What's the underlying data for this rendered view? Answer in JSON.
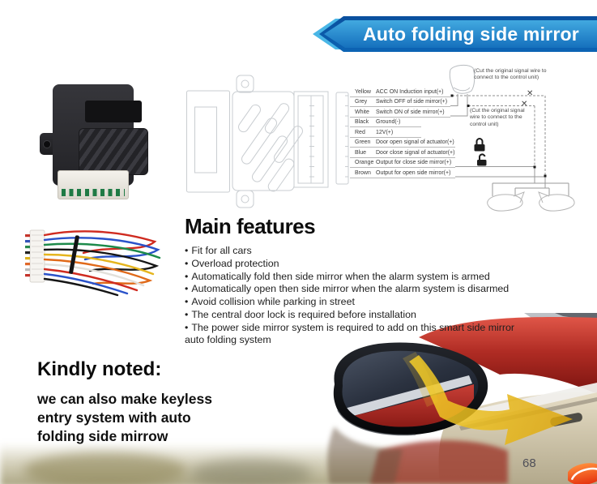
{
  "banner": {
    "title": "Auto folding side mirror"
  },
  "diagram": {
    "wires": [
      {
        "color": "Yellow",
        "desc": "ACC ON Induction input(+)"
      },
      {
        "color": "Grey",
        "desc": "Switch OFF of side mirror(+)"
      },
      {
        "color": "White",
        "desc": "Switch ON of side mirror(+)"
      },
      {
        "color": "Black",
        "desc": "Ground(-)"
      },
      {
        "color": "Red",
        "desc": "12V(+)"
      },
      {
        "color": "Green",
        "desc": "Door open signal of actuator(+)"
      },
      {
        "color": "Blue",
        "desc": "Door close signal of actuator(+)"
      },
      {
        "color": "Orange",
        "desc": "Output for close side mirror(+)"
      },
      {
        "color": "Brown",
        "desc": "Output for open side mirror(+)"
      }
    ],
    "notes": {
      "top": "(Cut the original signal wire to connect to the control unit)",
      "mid": "(Cut the original signal wire to the control unit)"
    },
    "note_mid_full": "(Cut the original signal wire to connect to the control unit)",
    "cut_mark": "✕"
  },
  "features": {
    "heading": "Main features",
    "bullet": "•",
    "items": [
      "Fit for all cars",
      "Overload protection",
      "Automatically fold then side mirror when the alarm system is armed",
      "Automatically open then side mirror when the alarm system is disarmed",
      "Avoid collision while parking in street",
      "The central door lock is required before installation",
      "The power side mirror system is required to add on this smart side mirror auto folding system"
    ]
  },
  "kindly": {
    "heading": "Kindly noted:",
    "body": "we can also make keyless entry system with auto folding side mirrow"
  },
  "footer": {
    "page_number": "68"
  },
  "colors": {
    "banner_dark": "#0a4f9e",
    "banner_light": "#42a9e0",
    "banner_glow": "#49b6e6",
    "fold_arrow_yellow": "#f2c51d",
    "car_red": "#a32420",
    "connector_pin_green": "#1f7a45"
  }
}
